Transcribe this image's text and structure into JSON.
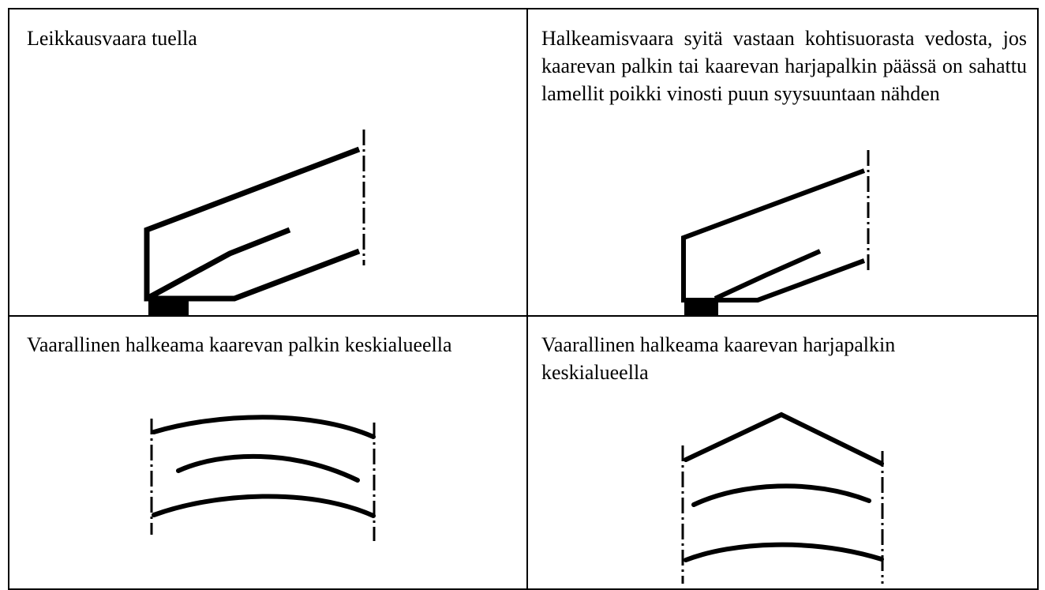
{
  "cells": {
    "top_left": {
      "caption": "Leikkausvaara tuella"
    },
    "top_right": {
      "caption": "Halkeamisvaara syitä vastaan kohtisuorasta vedosta, jos kaarevan palkin tai kaarevan harjapalkin päässä on sahattu lamellit poikki vinosti puun syysuuntaan nähden"
    },
    "bottom_left": {
      "caption": "Vaarallinen halkeama kaarevan palkin keskialueella"
    },
    "bottom_right": {
      "caption": "Vaarallinen halkeama kaarevan harjapalkin keskialueella"
    }
  },
  "colors": {
    "ink": "#000000",
    "background": "#ffffff"
  }
}
